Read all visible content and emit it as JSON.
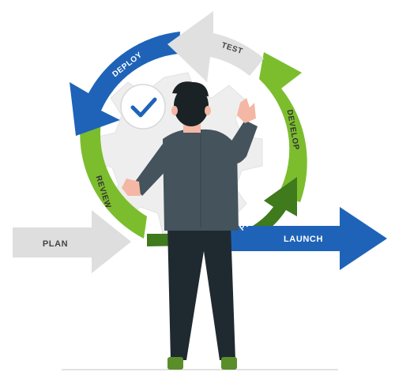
{
  "labels": {
    "plan_left": "PLAN",
    "launch": "LAUNCH",
    "deploy": "DEPLOY",
    "test": "TEST",
    "develop": "DEVELOP",
    "plan_cycle": "PLAN",
    "review": "REVIEW"
  },
  "colors": {
    "green": "#7cbd2e",
    "dark_green": "#3f7a1c",
    "blue": "#1e63b8",
    "light_gray": "#e0e0e0",
    "gray_arrow": "#dedede",
    "gear": "#eeeeee",
    "suit": "#44535c",
    "pants": "#1f2a30",
    "skin": "#f4b7a5",
    "hair": "#1a2226",
    "shoes": "#5a8e2a",
    "check": "#1e63b8"
  },
  "icons": {
    "check": "check-icon",
    "gear": "gear-icon"
  }
}
